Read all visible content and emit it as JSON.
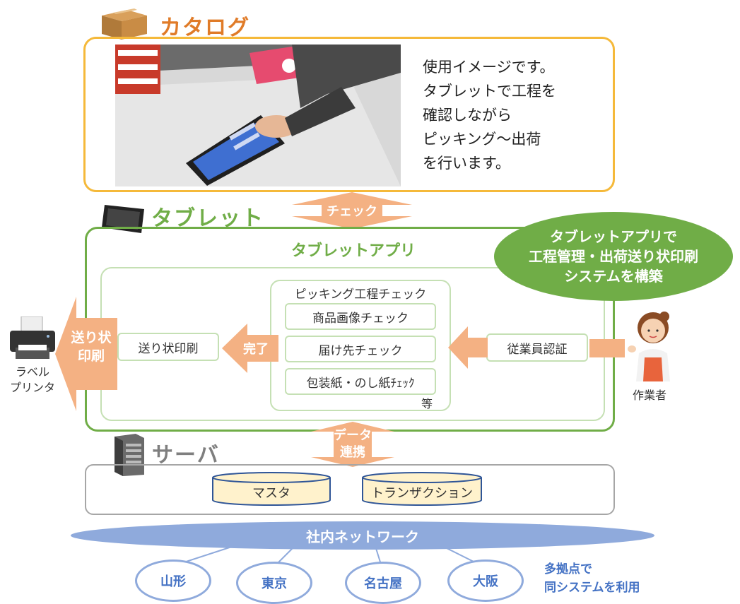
{
  "sections": {
    "catalog": "カタログ",
    "tablet": "タブレット",
    "server": "サーバ"
  },
  "catalog": {
    "description": "使用イメージです。\nタブレットで工程を\n確認しながら\nピッキング～出荷\nを行います。"
  },
  "connectors": {
    "check": "チェック",
    "data_link_1": "データ",
    "data_link_2": "連携"
  },
  "tablet_app": {
    "title": "タブレットアプリ",
    "callout": [
      "タブレットアプリで",
      "工程管理・出荷送り状印刷",
      "システムを構築"
    ],
    "group_title": "ピッキング工程チェック",
    "steps": [
      "商品画像チェック",
      "届け先チェック",
      "包装紙・のし紙ﾁｪｯｸ"
    ],
    "etc": "等",
    "auth": "従業員認証",
    "print": "送り状印刷",
    "done": "完了",
    "print_arrow_1": "送り状",
    "print_arrow_2": "印刷"
  },
  "printer": {
    "label_1": "ラベル",
    "label_2": "プリンタ"
  },
  "worker": {
    "label": "作業者"
  },
  "server": {
    "master": "マスタ",
    "transaction": "トランザクション"
  },
  "network": {
    "title": "社内ネットワーク",
    "sites": [
      "山形",
      "東京",
      "名古屋",
      "大阪"
    ],
    "note_1": "多拠点で",
    "note_2": "同システムを利用"
  },
  "colors": {
    "catalog": "#e07b28",
    "tablet": "#70ad47",
    "server": "#7f7f7f",
    "arrow": "#f4b183",
    "network": "#8faadc"
  }
}
